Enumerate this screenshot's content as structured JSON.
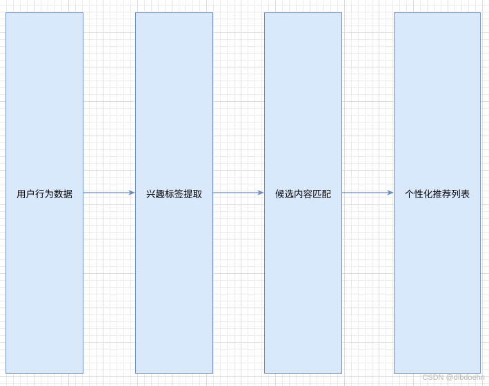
{
  "diagram": {
    "nodes": [
      {
        "id": "n1",
        "label": "用户行为数据"
      },
      {
        "id": "n2",
        "label": "兴趣标签提取"
      },
      {
        "id": "n3",
        "label": "候选内容匹配"
      },
      {
        "id": "n4",
        "label": "个性化推荐列表"
      }
    ],
    "edges": [
      {
        "from": "n1",
        "to": "n2"
      },
      {
        "from": "n2",
        "to": "n3"
      },
      {
        "from": "n3",
        "to": "n4"
      }
    ],
    "colors": {
      "node_fill": "#dae8fc",
      "node_stroke": "#6c8ebf",
      "edge": "#6c8ebf"
    }
  },
  "watermark": "CSDN @dlbdoehn"
}
